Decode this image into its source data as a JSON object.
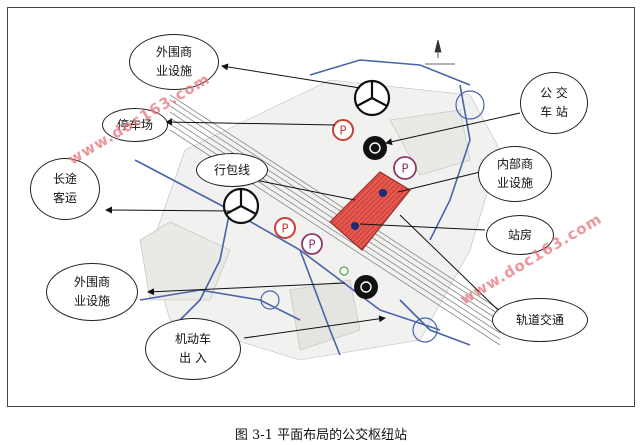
{
  "labels": {
    "outer_commercial_top": "外围商\n业设施",
    "bus_station": "公 交\n车 站",
    "parking": "停车场",
    "parcel_line": "行包线",
    "inner_commercial": "内部商\n业设施",
    "long_distance": "长途\n客运",
    "station_building": "站房",
    "outer_commercial_bottom": "外围商\n业设施",
    "rail_transit": "轨道交通",
    "motor_vehicle": "机动车\n出 入"
  },
  "watermark": {
    "top": "www.doc163.com",
    "right": "www.doc163.com"
  },
  "caption": "图 3-1 平面布局的公交枢纽站",
  "colors": {
    "station_fill": "#e8584f",
    "parking_red": "#c9403a",
    "parking_purple": "#8c3a6e",
    "road_blue": "#4a63a8",
    "watermark": "#e8747a"
  }
}
